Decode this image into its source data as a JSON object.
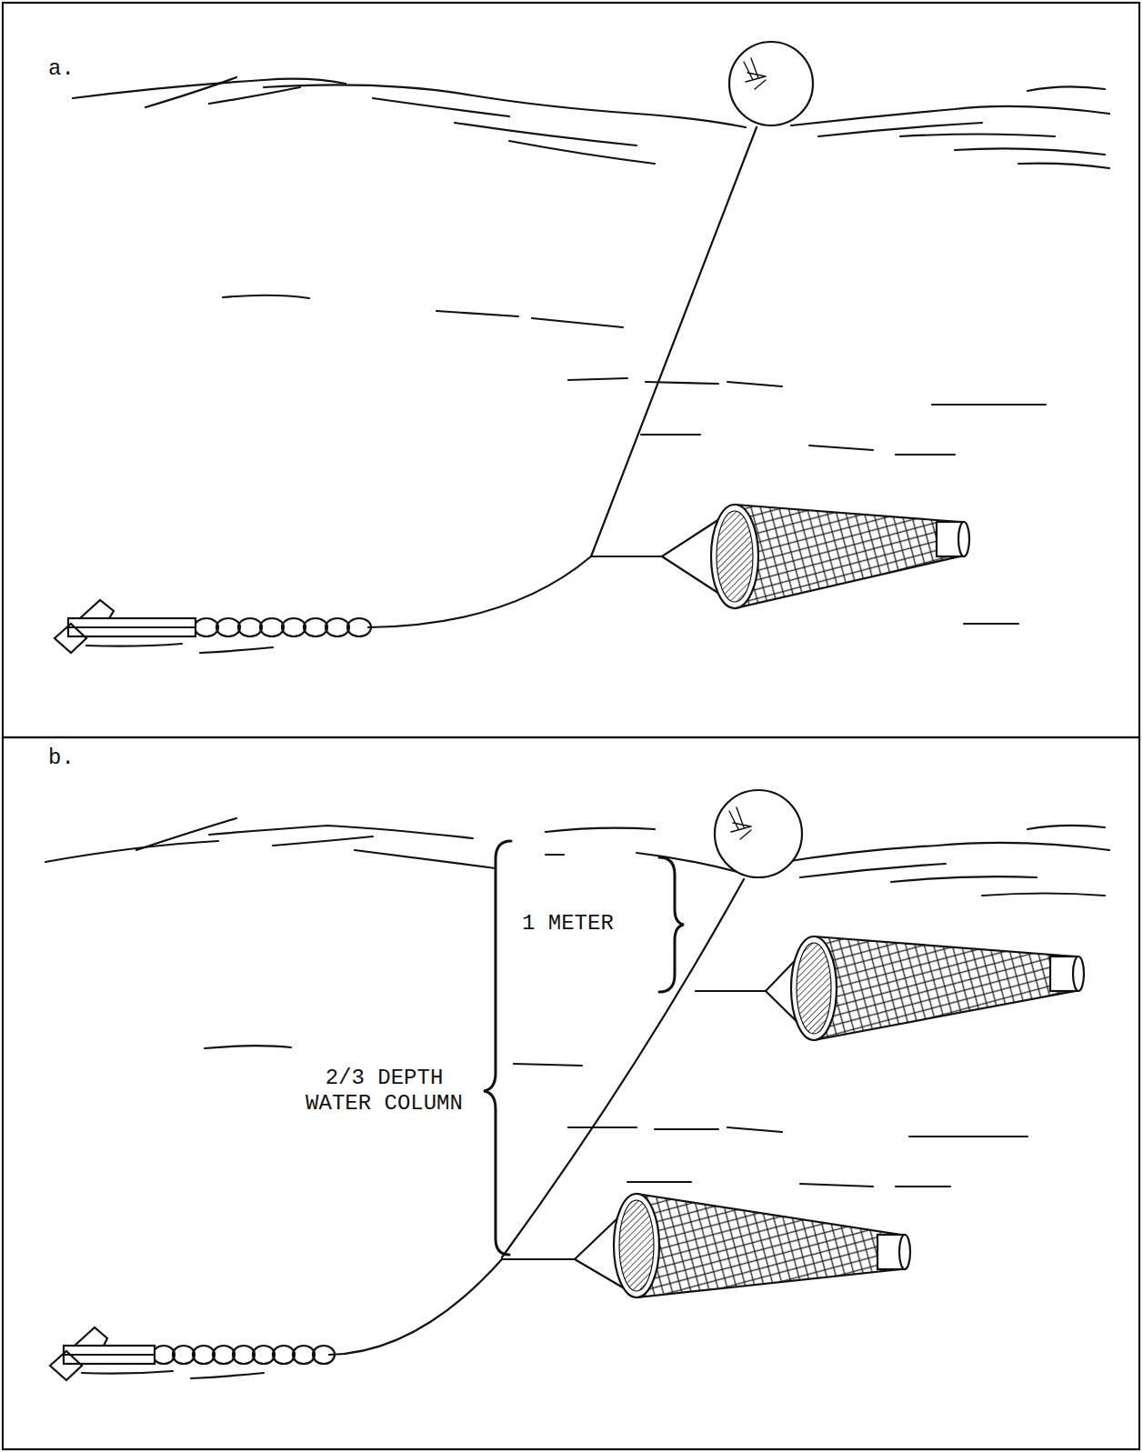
{
  "diagram": {
    "labels": [
      "a.",
      "b.",
      "1 METER",
      "2/3 DEPTH WATER COLUMN"
    ]
  }
}
